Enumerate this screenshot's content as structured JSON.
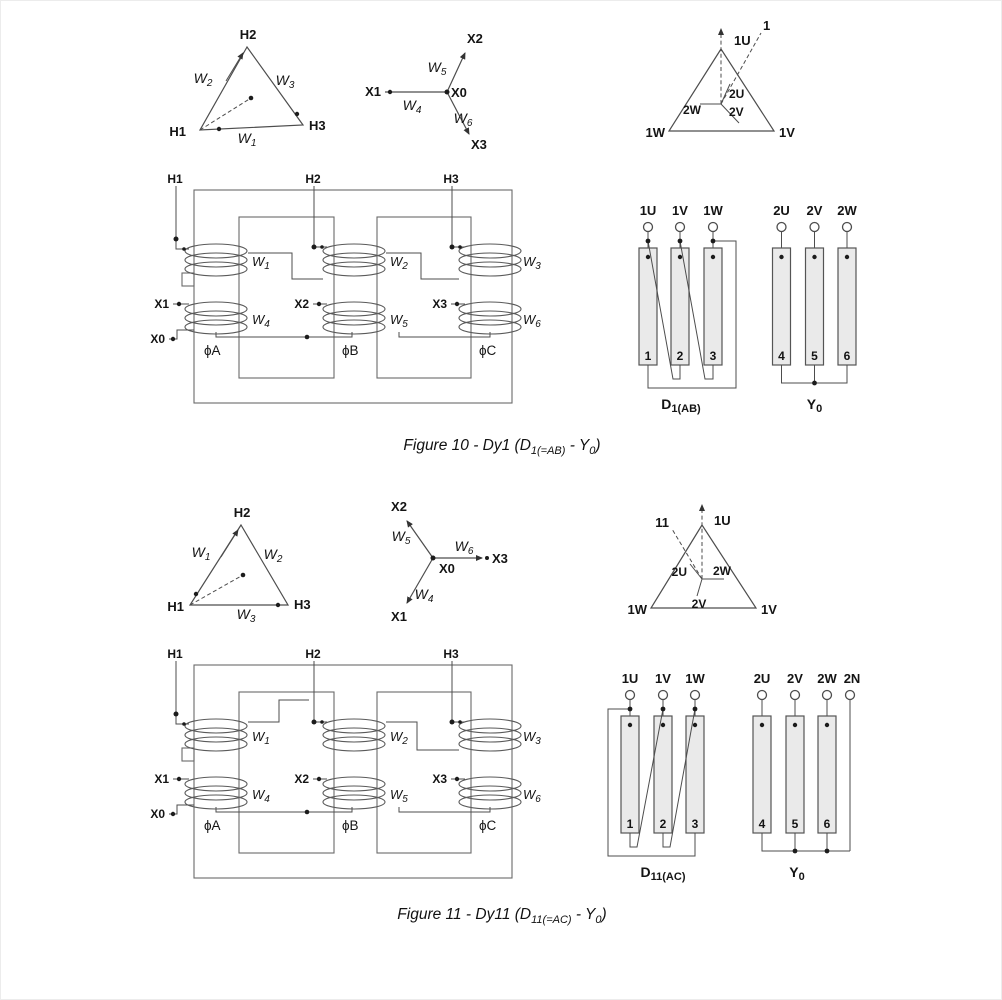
{
  "fig10": {
    "delta": {
      "h_top": "H2",
      "h_left": "H1",
      "h_right": "H3",
      "w_left": {
        "base": "W",
        "sub": "2"
      },
      "w_right": {
        "base": "W",
        "sub": "3"
      },
      "w_bottom": {
        "base": "W",
        "sub": "1"
      }
    },
    "wye": {
      "center": "X0",
      "t_left": "X1",
      "t_upper": "X2",
      "t_lower": "X3",
      "w_mid": {
        "base": "W",
        "sub": "4"
      },
      "w_upper": {
        "base": "W",
        "sub": "5"
      },
      "w_lower": {
        "base": "W",
        "sub": "6"
      }
    },
    "vector": {
      "clock": "1",
      "v_top": "1U",
      "v_left": "1W",
      "v_right": "1V",
      "i_u": "2U",
      "i_v": "2V",
      "i_w": "2W"
    },
    "schematic": {
      "h": [
        "H1",
        "H2",
        "H3"
      ],
      "x": [
        "X1",
        "X2",
        "X3"
      ],
      "neutral": "X0",
      "w": [
        {
          "base": "W",
          "sub": "1"
        },
        {
          "base": "W",
          "sub": "2"
        },
        {
          "base": "W",
          "sub": "3"
        },
        {
          "base": "W",
          "sub": "4"
        },
        {
          "base": "W",
          "sub": "5"
        },
        {
          "base": "W",
          "sub": "6"
        }
      ],
      "phases": [
        "ϕA",
        "ϕB",
        "ϕC"
      ]
    },
    "bars": {
      "hv_terminals": [
        "1U",
        "1V",
        "1W"
      ],
      "hv_numbers": [
        "1",
        "2",
        "3"
      ],
      "hv_label": {
        "base": "D",
        "sub": "1(AB)"
      },
      "lv_terminals": [
        "2U",
        "2V",
        "2W"
      ],
      "lv_numbers": [
        "4",
        "5",
        "6"
      ],
      "lv_label": {
        "base": "Y",
        "sub": "0"
      }
    },
    "caption": {
      "p1": "Figure 10 - Dy1 (D",
      "s1": "1(=AB)",
      "p2": " - Y",
      "s2": "0",
      "p3": ")"
    }
  },
  "fig11": {
    "delta": {
      "h_top": "H2",
      "h_left": "H1",
      "h_right": "H3",
      "w_left": {
        "base": "W",
        "sub": "1"
      },
      "w_right": {
        "base": "W",
        "sub": "2"
      },
      "w_bottom": {
        "base": "W",
        "sub": "3"
      }
    },
    "wye": {
      "center": "X0",
      "t_upper_left": "X2",
      "t_right": "X3",
      "t_lower_left": "X1",
      "w_upper": {
        "base": "W",
        "sub": "5"
      },
      "w_right": {
        "base": "W",
        "sub": "6"
      },
      "w_lower": {
        "base": "W",
        "sub": "4"
      }
    },
    "vector": {
      "clock": "11",
      "v_top": "1U",
      "v_left": "1W",
      "v_right": "1V",
      "i_u": "2U",
      "i_v": "2V",
      "i_w": "2W"
    },
    "schematic": {
      "h": [
        "H1",
        "H2",
        "H3"
      ],
      "x": [
        "X1",
        "X2",
        "X3"
      ],
      "neutral": "X0",
      "w": [
        {
          "base": "W",
          "sub": "1"
        },
        {
          "base": "W",
          "sub": "2"
        },
        {
          "base": "W",
          "sub": "3"
        },
        {
          "base": "W",
          "sub": "4"
        },
        {
          "base": "W",
          "sub": "5"
        },
        {
          "base": "W",
          "sub": "6"
        }
      ],
      "phases": [
        "ϕA",
        "ϕB",
        "ϕC"
      ]
    },
    "bars": {
      "hv_terminals": [
        "1U",
        "1V",
        "1W"
      ],
      "hv_numbers": [
        "1",
        "2",
        "3"
      ],
      "hv_label": {
        "base": "D",
        "sub": "11(AC)"
      },
      "lv_terminals": [
        "2U",
        "2V",
        "2W",
        "2N"
      ],
      "lv_numbers": [
        "4",
        "5",
        "6"
      ],
      "lv_label": {
        "base": "Y",
        "sub": "0"
      }
    },
    "caption": {
      "p1": "Figure 11 - Dy11 (D",
      "s1": "11(=AC)",
      "p2": " - Y",
      "s2": "0",
      "p3": ")"
    }
  }
}
